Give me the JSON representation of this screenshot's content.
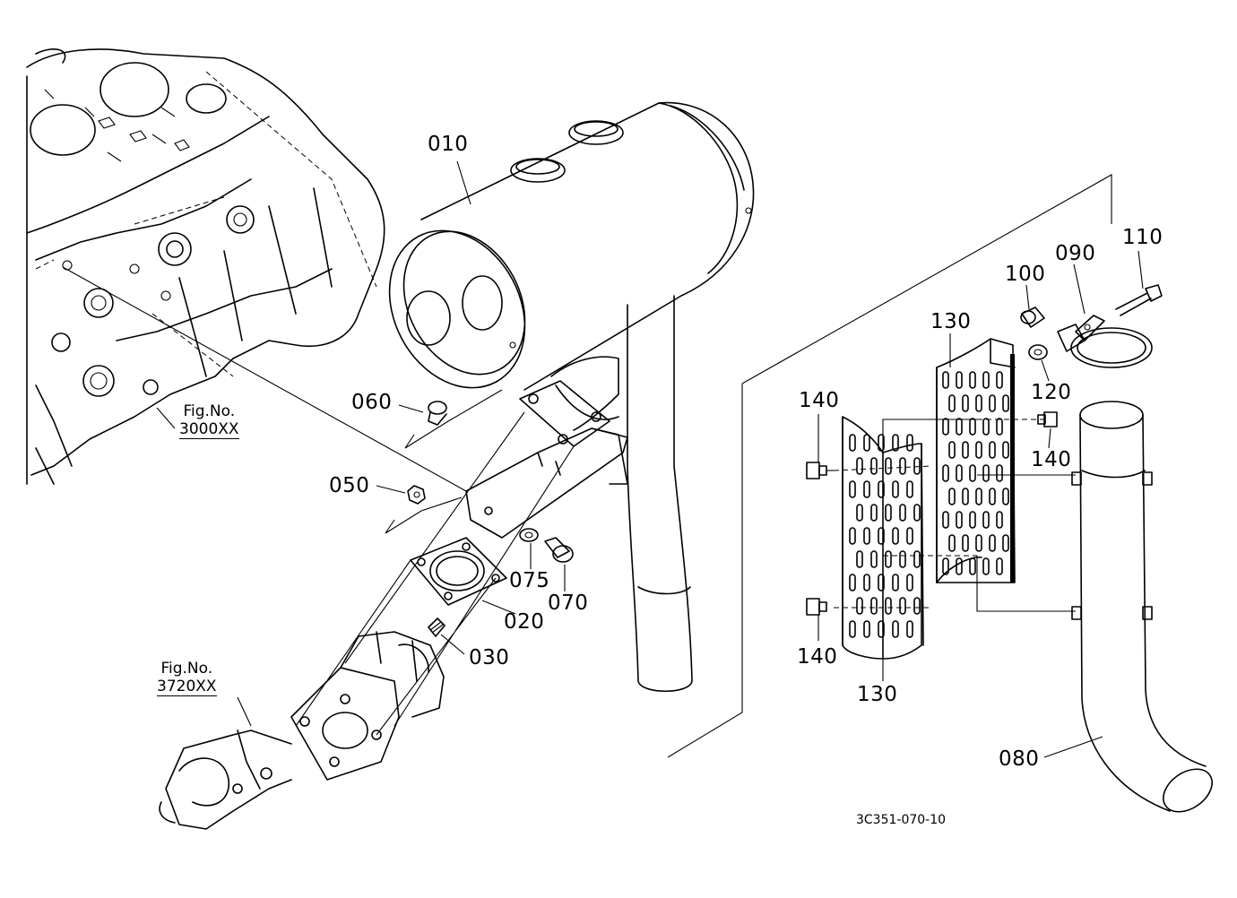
{
  "callouts": [
    {
      "id": "p010",
      "text": "010"
    },
    {
      "id": "p060",
      "text": "060"
    },
    {
      "id": "p050",
      "text": "050"
    },
    {
      "id": "p075",
      "text": "075"
    },
    {
      "id": "p070",
      "text": "070"
    },
    {
      "id": "p020",
      "text": "020"
    },
    {
      "id": "p030",
      "text": "030"
    },
    {
      "id": "p130a",
      "text": "130"
    },
    {
      "id": "p130b",
      "text": "130"
    },
    {
      "id": "p140a",
      "text": "140"
    },
    {
      "id": "p140b",
      "text": "140"
    },
    {
      "id": "p140c",
      "text": "140"
    },
    {
      "id": "p100",
      "text": "100"
    },
    {
      "id": "p090",
      "text": "090"
    },
    {
      "id": "p110",
      "text": "110"
    },
    {
      "id": "p120",
      "text": "120"
    },
    {
      "id": "p080",
      "text": "080"
    }
  ],
  "references": [
    {
      "id": "ref3000",
      "label": "Fig.No.",
      "number": "3000XX"
    },
    {
      "id": "ref3720",
      "label": "Fig.No.",
      "number": "3720XX"
    }
  ],
  "drawing_code": "3C351-070-10"
}
